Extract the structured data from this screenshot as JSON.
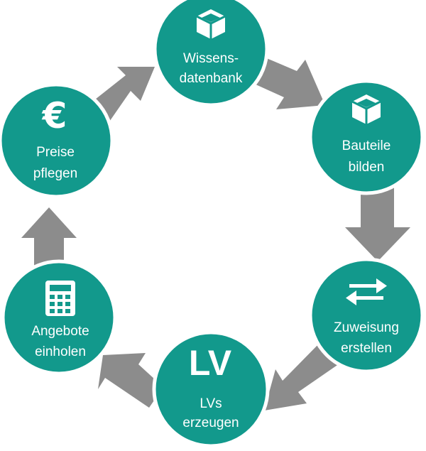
{
  "colors": {
    "node_fill": "#12998c",
    "arrow_fill": "#8c8c8c",
    "text": "#ffffff"
  },
  "cycle": {
    "nodes": [
      {
        "id": "wissensdatenbank",
        "icon": "cube-icon",
        "line1": "Wissens-",
        "line2": "datenbank"
      },
      {
        "id": "bauteile",
        "icon": "cube-icon",
        "line1": "Bauteile",
        "line2": "bilden"
      },
      {
        "id": "zuweisung",
        "icon": "swap-arrows-icon",
        "line1": "Zuweisung",
        "line2": "erstellen"
      },
      {
        "id": "lvs",
        "icon": "lv-text-icon",
        "icon_text": "LV",
        "line1": "LVs",
        "line2": "erzeugen"
      },
      {
        "id": "angebote",
        "icon": "calculator-icon",
        "line1": "Angebote",
        "line2": "einholen"
      },
      {
        "id": "preise",
        "icon": "euro-icon",
        "icon_text": "€",
        "line1": "Preise",
        "line2": "pflegen"
      }
    ]
  }
}
